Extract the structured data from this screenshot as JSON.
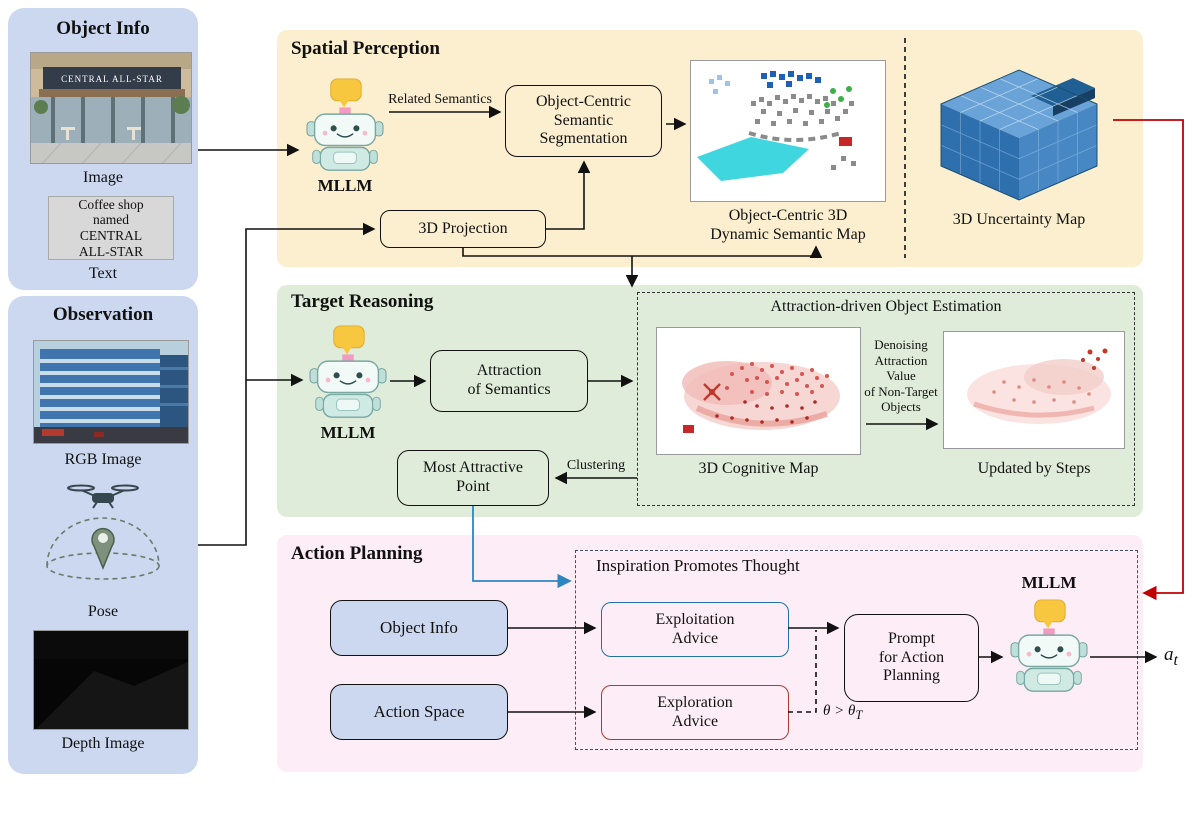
{
  "colors": {
    "panel": "#ccd8ef",
    "yellow": "#fcefd0",
    "green": "#dfecd9",
    "pink": "#fdedf6",
    "exploit": "#2471a3",
    "explore": "#b03a2e",
    "redline": "#c00000",
    "blueline": "#2e86c1",
    "graybox": "#d8d8d8"
  },
  "object_info": {
    "title": "Object Info",
    "sign_text": "CENTRAL ALL-STAR",
    "image_caption": "Image",
    "text_box": [
      "Coffee shop",
      "named",
      "CENTRAL",
      "ALL-STAR"
    ],
    "text_caption": "Text"
  },
  "observation": {
    "title": "Observation",
    "rgb_caption": "RGB Image",
    "pose_caption": "Pose",
    "depth_caption": "Depth Image"
  },
  "spatial": {
    "title": "Spatial Perception",
    "mllm": "MLLM",
    "related_semantics": "Related Semantics",
    "segmentation": [
      "Object-Centric",
      "Semantic",
      "Segmentation"
    ],
    "projection": "3D Projection",
    "semantic_map_caption": [
      "Object-Centric 3D",
      "Dynamic Semantic Map"
    ],
    "uncertainty_caption": "3D Uncertainty Map"
  },
  "target": {
    "title": "Target Reasoning",
    "mllm": "MLLM",
    "attraction": [
      "Attraction",
      "of Semantics"
    ],
    "estimation_title": "Attraction-driven Object Estimation",
    "cognitive_caption": "3D Cognitive Map",
    "denoising": [
      "Denoising",
      "Attraction",
      "Value",
      "of Non-Target",
      "Objects"
    ],
    "updated_caption": "Updated by Steps",
    "most_attractive": [
      "Most Attractive",
      "Point"
    ],
    "clustering": "Clustering"
  },
  "action": {
    "title": "Action Planning",
    "object_info": "Object Info",
    "action_space": "Action Space",
    "inspiration_title": "Inspiration Promotes Thought",
    "exploitation": [
      "Exploitation",
      "Advice"
    ],
    "exploration": [
      "Exploration",
      "Advice"
    ],
    "threshold": [
      "θ > θ",
      "T"
    ],
    "prompt": [
      "Prompt",
      "for Action",
      "Planning"
    ],
    "mllm": "MLLM",
    "output": [
      "a",
      "t"
    ]
  }
}
